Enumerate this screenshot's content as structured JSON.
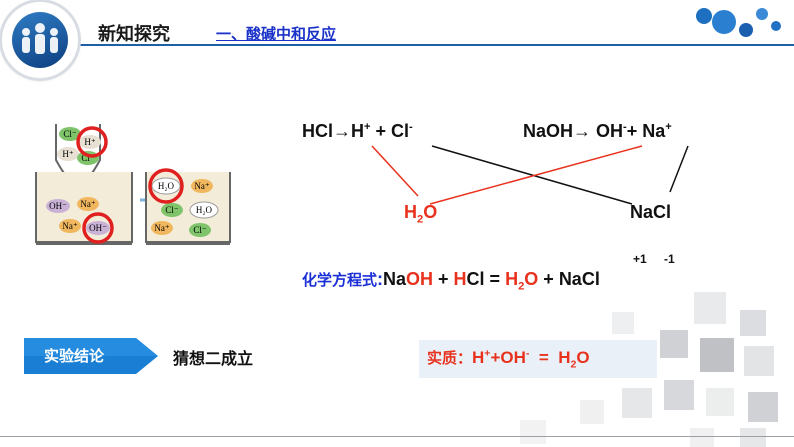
{
  "header": {
    "title": "新知探究",
    "subtitle": "一、酸碱中和反应"
  },
  "ionization": {
    "hcl": {
      "left": "HCl→H",
      "h_charge": "+",
      "mid": " + Cl",
      "cl_charge": "-"
    },
    "naoh": {
      "left": "NaOH→ OH",
      "oh_charge": "-",
      "mid": "+ Na",
      "na_charge": "+"
    },
    "water": {
      "h": "H",
      "sub": "2",
      "o": "O"
    },
    "salt": "NaCl"
  },
  "equation": {
    "label": "化学方程式",
    "colon": ":",
    "na": "Na",
    "oh": "OH",
    "plus1": " + ",
    "h": "H",
    "cl": "Cl",
    "equals": " = ",
    "water_h": "H",
    "water_sub": "2",
    "water_o": "O",
    "plus2": " + ",
    "salt": "NaCl",
    "ox_na": "+1",
    "ox_cl": "-1"
  },
  "conclusion": {
    "badge": "实验结论",
    "text": "猜想二成立"
  },
  "essence": {
    "label": "实质：",
    "h": "H",
    "h_charge": "+",
    "plus": "+OH",
    "oh_charge": "-",
    "equals": "  =  ",
    "water_h": "H",
    "water_sub": "2",
    "water_o": "O"
  },
  "diagram": {
    "beaker1_ions": [
      "Cl⁻",
      "H⁺",
      "H⁺",
      "Cl⁻",
      "OH⁻",
      "Na⁺",
      "Na⁺",
      "OH⁻"
    ],
    "beaker2_ions": [
      "H₂O",
      "Na⁺",
      "Cl⁻",
      "H₂O",
      "Na⁺",
      "Cl⁻"
    ]
  },
  "colors": {
    "accent_red": "#e8321e",
    "accent_blue": "#1b2fd6",
    "header_blue": "#1f5fa8",
    "badge_blue": "#1a7fd4"
  },
  "icons": {
    "logo": "people-group-icon",
    "bubbles": "bubbles-decoration-icon",
    "arrow": "right-arrow-icon"
  }
}
